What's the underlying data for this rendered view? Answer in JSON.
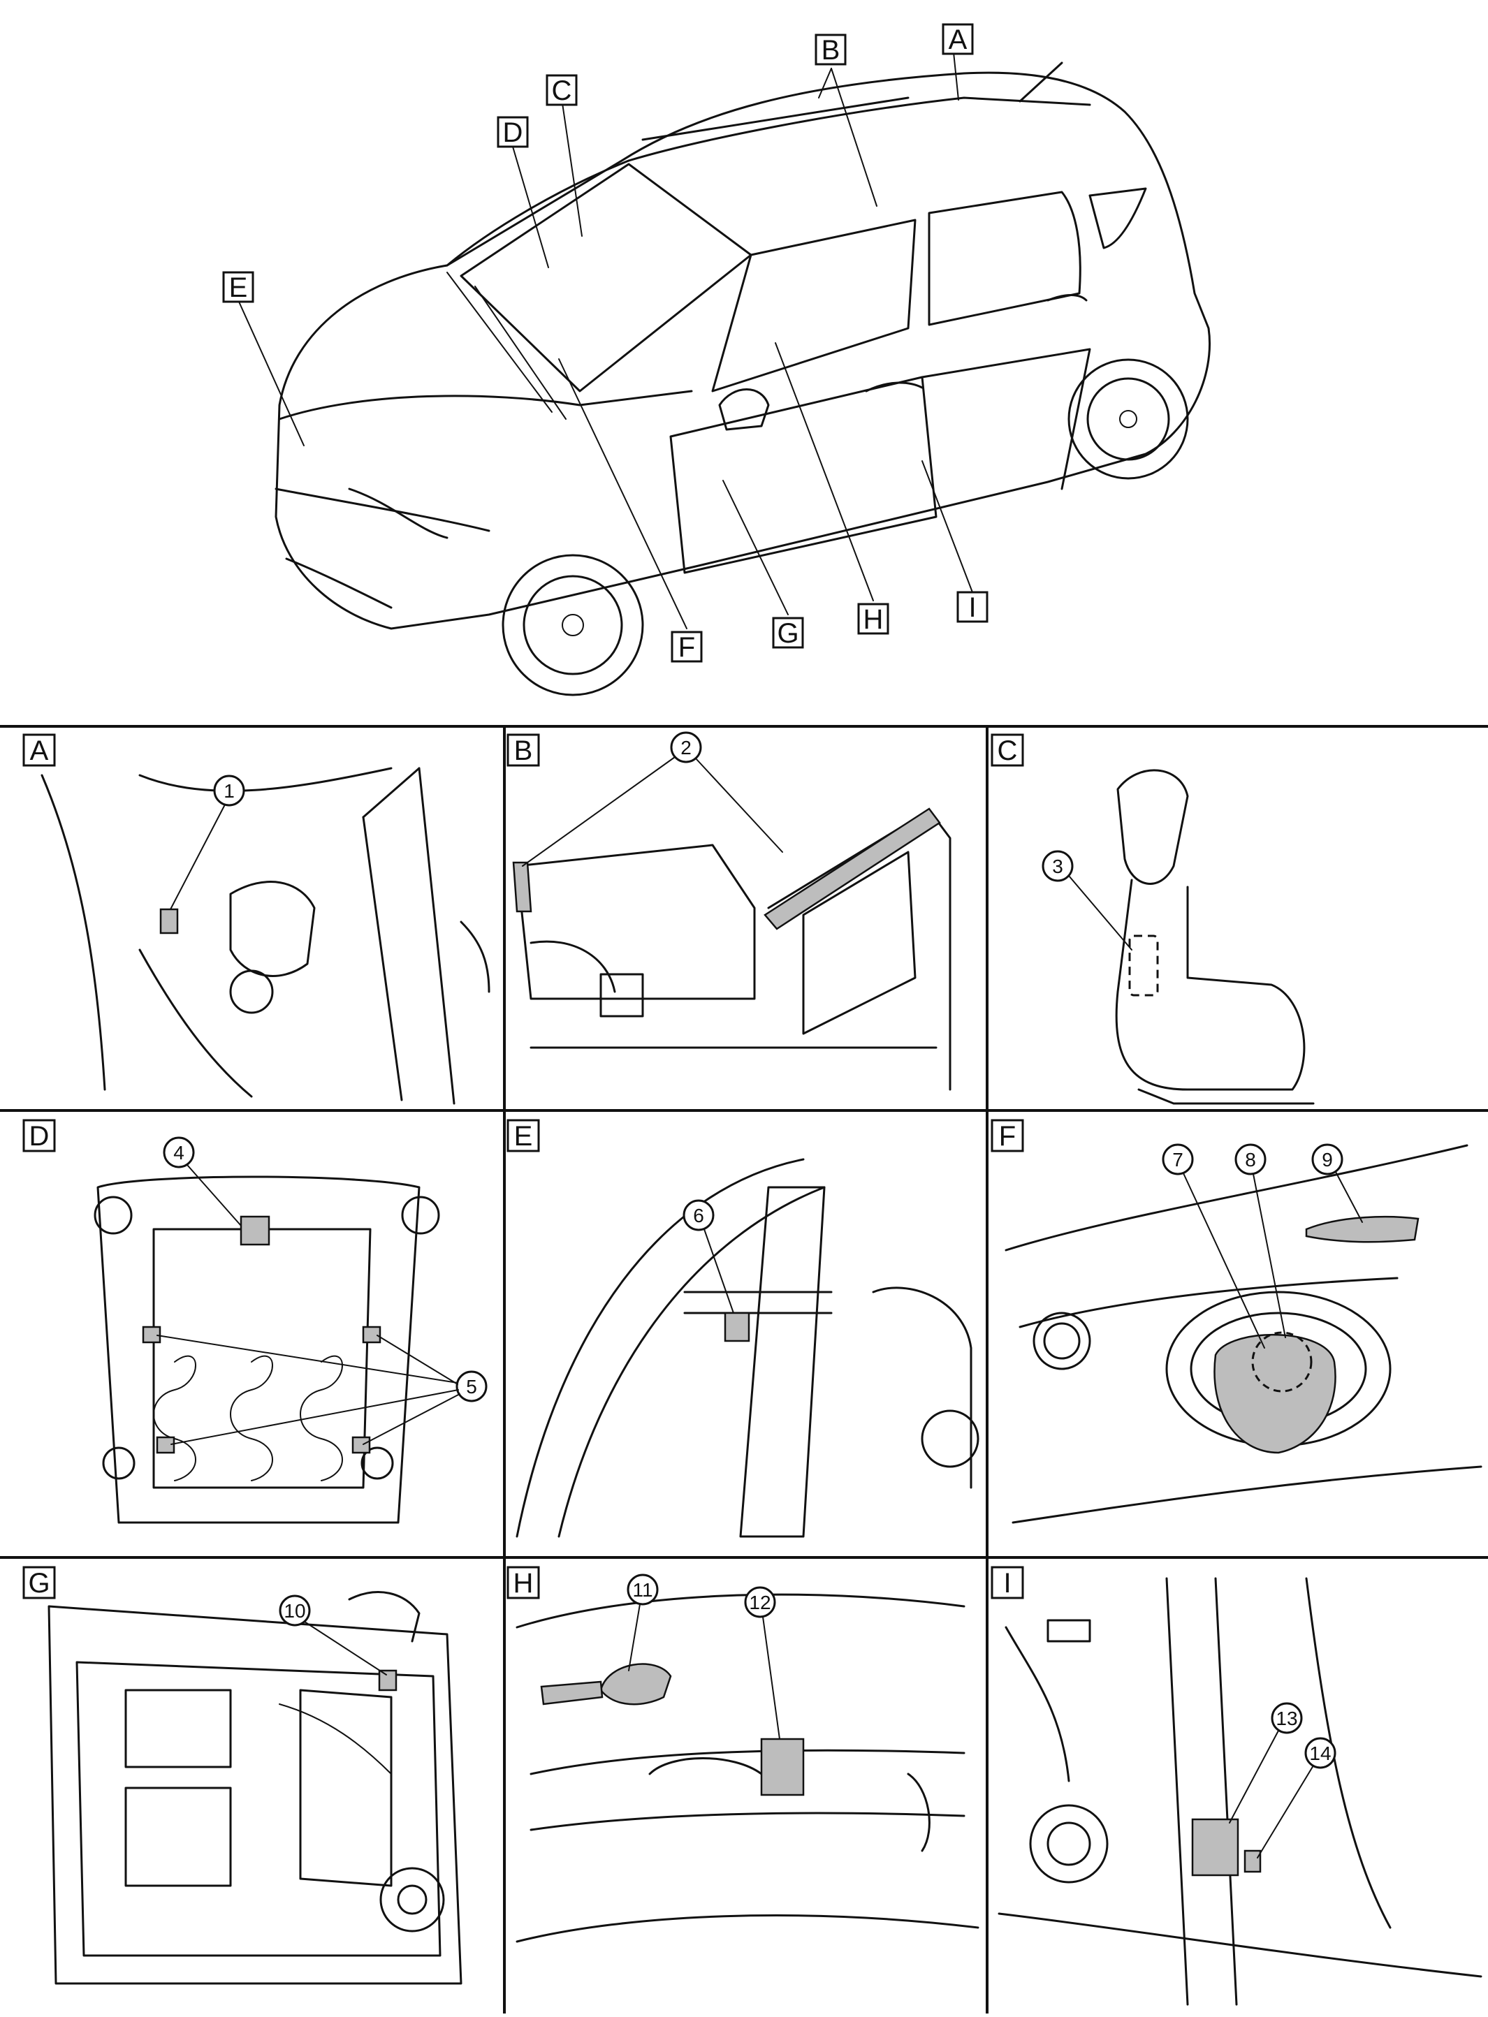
{
  "car_labels": [
    "A",
    "B",
    "C",
    "D",
    "E",
    "F",
    "G",
    "H",
    "I"
  ],
  "panels": [
    {
      "label": "A",
      "callouts": [
        "1"
      ]
    },
    {
      "label": "B",
      "callouts": [
        "2"
      ]
    },
    {
      "label": "C",
      "callouts": [
        "3"
      ]
    },
    {
      "label": "D",
      "callouts": [
        "4",
        "5"
      ]
    },
    {
      "label": "E",
      "callouts": [
        "6"
      ]
    },
    {
      "label": "F",
      "callouts": [
        "7",
        "8",
        "9"
      ]
    },
    {
      "label": "G",
      "callouts": [
        "10"
      ]
    },
    {
      "label": "H",
      "callouts": [
        "11",
        "12"
      ]
    },
    {
      "label": "I",
      "callouts": [
        "13",
        "14"
      ]
    }
  ]
}
